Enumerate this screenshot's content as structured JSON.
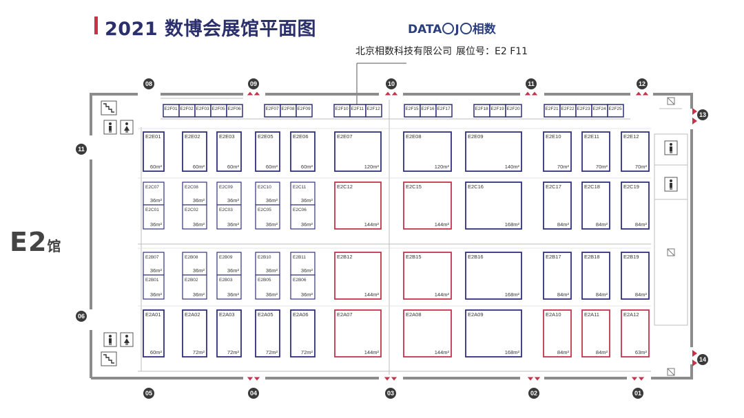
{
  "header": {
    "title": "2021 数博会展馆平面图",
    "logo_main": "DATA",
    "logo_o": "J",
    "logo_o2": "O",
    "logo_cn": "相数",
    "company": "北京相数科技有限公司",
    "booth_label": "展位号：E2 F11"
  },
  "hall": {
    "name": "E2",
    "suffix": "馆"
  },
  "colors": {
    "title": "#2b2f6b",
    "accent": "#c8334b",
    "booth_blue": "#2e2f7a",
    "booth_red": "#c3334b",
    "wall": "#8c8c8c"
  },
  "icons": {
    "stairs": "stairs-icon",
    "male": "male-restroom-icon",
    "female": "female-restroom-icon",
    "elevator": "elevator-icon"
  },
  "gates_top": [
    "08",
    "09",
    "10",
    "11",
    "12"
  ],
  "gates_bottom": [
    "05",
    "04",
    "03",
    "02",
    "01"
  ],
  "gates_left": [
    "11",
    "06"
  ],
  "gates_right": [
    "13",
    "14"
  ],
  "f_groups": [
    [
      "E2F01",
      "E2F02",
      "E2F03",
      "E2F05",
      "E2F06"
    ],
    [
      "E2F07",
      "E2F08",
      "E2F09"
    ],
    [
      "E2F10",
      "E2F11",
      "E2F12"
    ],
    [
      "E2F15",
      "E2F16",
      "E2F17"
    ],
    [
      "E2F18",
      "E2F19",
      "E2F20"
    ],
    [
      "E2F21",
      "E2F22",
      "E2F23",
      "E2F24",
      "E2F25"
    ]
  ],
  "rows": {
    "E": [
      {
        "id": "E2E01",
        "area": "60m²",
        "red": false
      },
      {
        "id": "E2E02",
        "area": "60m²",
        "red": false
      },
      {
        "id": "E2E03",
        "area": "60m²",
        "red": false
      },
      {
        "id": "E2E05",
        "area": "60m²",
        "red": false
      },
      {
        "id": "E2E06",
        "area": "60m²",
        "red": false
      },
      {
        "id": "E2E07",
        "area": "120m²",
        "red": false
      },
      {
        "id": "E2E08",
        "area": "120m²",
        "red": false
      },
      {
        "id": "E2E09",
        "area": "140m²",
        "red": false
      },
      {
        "id": "E2E10",
        "area": "70m²",
        "red": false
      },
      {
        "id": "E2E11",
        "area": "70m²",
        "red": false
      },
      {
        "id": "E2E12",
        "area": "70m²",
        "red": false
      }
    ],
    "C_top": [
      {
        "id": "E2C07",
        "area": "36m²"
      },
      {
        "id": "E2C08",
        "area": "36m²"
      },
      {
        "id": "E2C09",
        "area": "36m²"
      },
      {
        "id": "E2C10",
        "area": "36m²"
      },
      {
        "id": "E2C11",
        "area": "36m²"
      }
    ],
    "C_bottom": [
      {
        "id": "E2C01",
        "area": "36m²"
      },
      {
        "id": "E2C02",
        "area": "36m²"
      },
      {
        "id": "E2C03",
        "area": "36m²"
      },
      {
        "id": "E2C05",
        "area": "36m²"
      },
      {
        "id": "E2C06",
        "area": "36m²"
      }
    ],
    "C_large": [
      {
        "id": "E2C12",
        "area": "144m²",
        "red": true
      },
      {
        "id": "E2C15",
        "area": "144m²",
        "red": true
      },
      {
        "id": "E2C16",
        "area": "168m²",
        "red": false
      },
      {
        "id": "E2C17",
        "area": "84m²",
        "red": false
      },
      {
        "id": "E2C18",
        "area": "84m²",
        "red": false
      },
      {
        "id": "E2C19",
        "area": "84m²",
        "red": false
      }
    ],
    "B_top": [
      {
        "id": "E2B07",
        "area": "36m²"
      },
      {
        "id": "E2B08",
        "area": "36m²"
      },
      {
        "id": "E2B09",
        "area": "36m²"
      },
      {
        "id": "E2B10",
        "area": "36m²"
      },
      {
        "id": "E2B11",
        "area": "36m²"
      }
    ],
    "B_bottom": [
      {
        "id": "E2B01",
        "area": "36m²"
      },
      {
        "id": "E2B02",
        "area": "36m²"
      },
      {
        "id": "E2B03",
        "area": "36m²"
      },
      {
        "id": "E2B05",
        "area": "36m²"
      },
      {
        "id": "E2B06",
        "area": "36m²"
      }
    ],
    "B_large": [
      {
        "id": "E2B12",
        "area": "144m²",
        "red": true
      },
      {
        "id": "E2B15",
        "area": "144m²",
        "red": true
      },
      {
        "id": "E2B16",
        "area": "168m²",
        "red": false
      },
      {
        "id": "E2B17",
        "area": "84m²",
        "red": false
      },
      {
        "id": "E2B18",
        "area": "84m²",
        "red": false
      },
      {
        "id": "E2B19",
        "area": "84m²",
        "red": false
      }
    ],
    "A": [
      {
        "id": "E2A01",
        "area": "60m²",
        "red": false
      },
      {
        "id": "E2A02",
        "area": "72m²",
        "red": false
      },
      {
        "id": "E2A03",
        "area": "72m²",
        "red": false
      },
      {
        "id": "E2A05",
        "area": "72m²",
        "red": false
      },
      {
        "id": "E2A06",
        "area": "72m²",
        "red": false
      },
      {
        "id": "E2A07",
        "area": "144m²",
        "red": true
      },
      {
        "id": "E2A08",
        "area": "144m²",
        "red": true
      },
      {
        "id": "E2A09",
        "area": "168m²",
        "red": false
      },
      {
        "id": "E2A10",
        "area": "84m²",
        "red": true
      },
      {
        "id": "E2A11",
        "area": "84m²",
        "red": true
      },
      {
        "id": "E2A12",
        "area": "63m²",
        "red": true
      }
    ]
  }
}
